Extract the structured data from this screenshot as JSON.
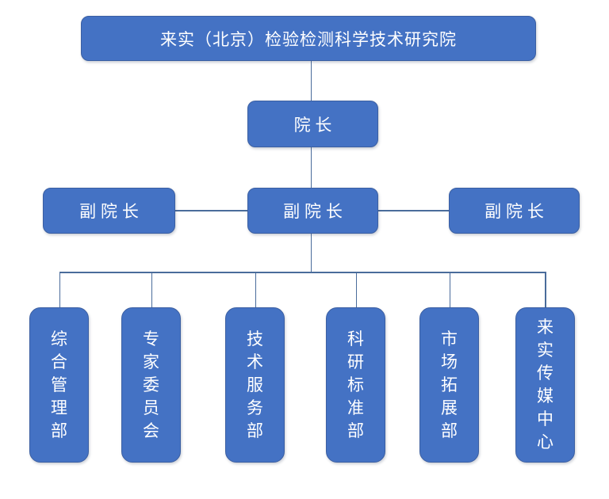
{
  "org_chart": {
    "title": "来实（北京）检验检测科学技术研究院",
    "president_label": "院 长",
    "vice_president_labels": [
      "副 院 长",
      "副 院 长",
      "副 院 长"
    ],
    "department_labels": [
      "综合管理部",
      "专家委员会",
      "技术服务部",
      "科研标准部",
      "市场拓展部",
      "来实传媒中心"
    ],
    "colors": {
      "node_fill": "#4472C4",
      "node_border": "#3B5FA2",
      "connector": "#4A6C9B",
      "text": "#FFFFFF",
      "background": "#FFFFFF"
    }
  }
}
